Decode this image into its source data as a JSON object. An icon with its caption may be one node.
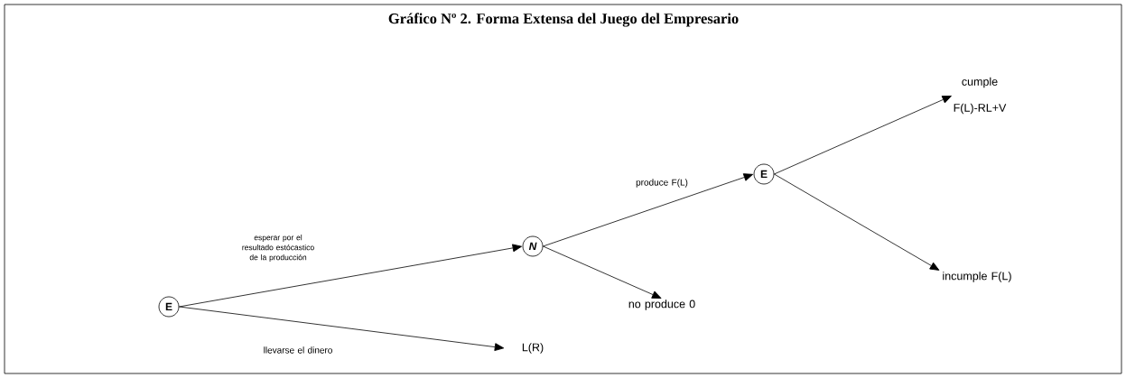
{
  "diagram": {
    "title": "Gráfico Nº 2. Forma Extensa del Juego del Empresario",
    "nodes": [
      {
        "text": [
          "E"
        ]
      },
      {
        "text": [
          "N"
        ]
      },
      {
        "text": [
          "L(R)"
        ]
      },
      {
        "text": [
          "E"
        ]
      },
      {
        "text": [
          "no produce 0"
        ]
      },
      {
        "text": [
          "cumple",
          "F(L)-RL+V"
        ]
      },
      {
        "text": [
          "incumple F(L)"
        ]
      }
    ],
    "edges": [
      {
        "from": 0,
        "to": 1,
        "arrow": "to",
        "label": "esperar por el resultado estócastico de la producción"
      },
      {
        "from": 0,
        "to": 2,
        "arrow": "to",
        "label": "llevarse el dinero"
      },
      {
        "from": 1,
        "to": 3,
        "arrow": "to",
        "label": "produce F(L)"
      },
      {
        "from": 1,
        "to": 4,
        "arrow": "to"
      },
      {
        "from": 3,
        "to": 5,
        "arrow": "to"
      },
      {
        "from": 3,
        "to": 6,
        "arrow": "to"
      }
    ]
  }
}
